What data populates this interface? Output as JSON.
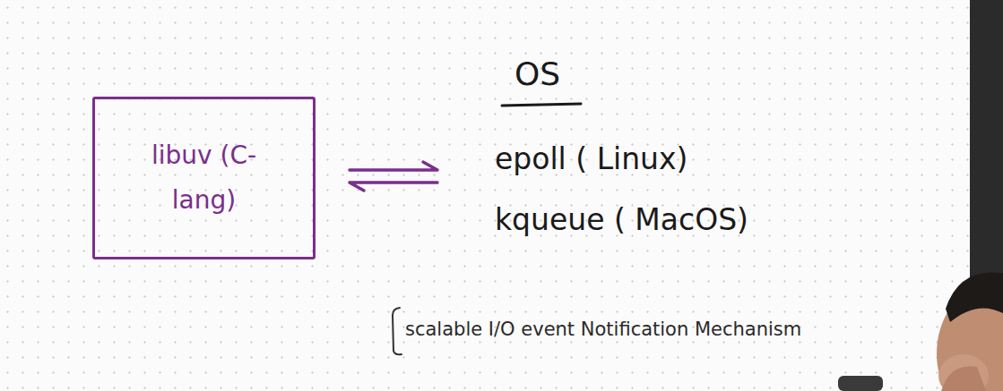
{
  "diagram": {
    "nodes": [
      {
        "text": [
          "libuv (C-lang)"
        ]
      },
      {
        "text": [
          "OS",
          "epoll ( Linux)",
          "kqueue ( MacOS)"
        ]
      }
    ],
    "edges": [
      {
        "from": 0,
        "to": 1,
        "arrow": "both"
      }
    ],
    "labels": [
      "scalable I/O event Notification Mechanism"
    ]
  }
}
